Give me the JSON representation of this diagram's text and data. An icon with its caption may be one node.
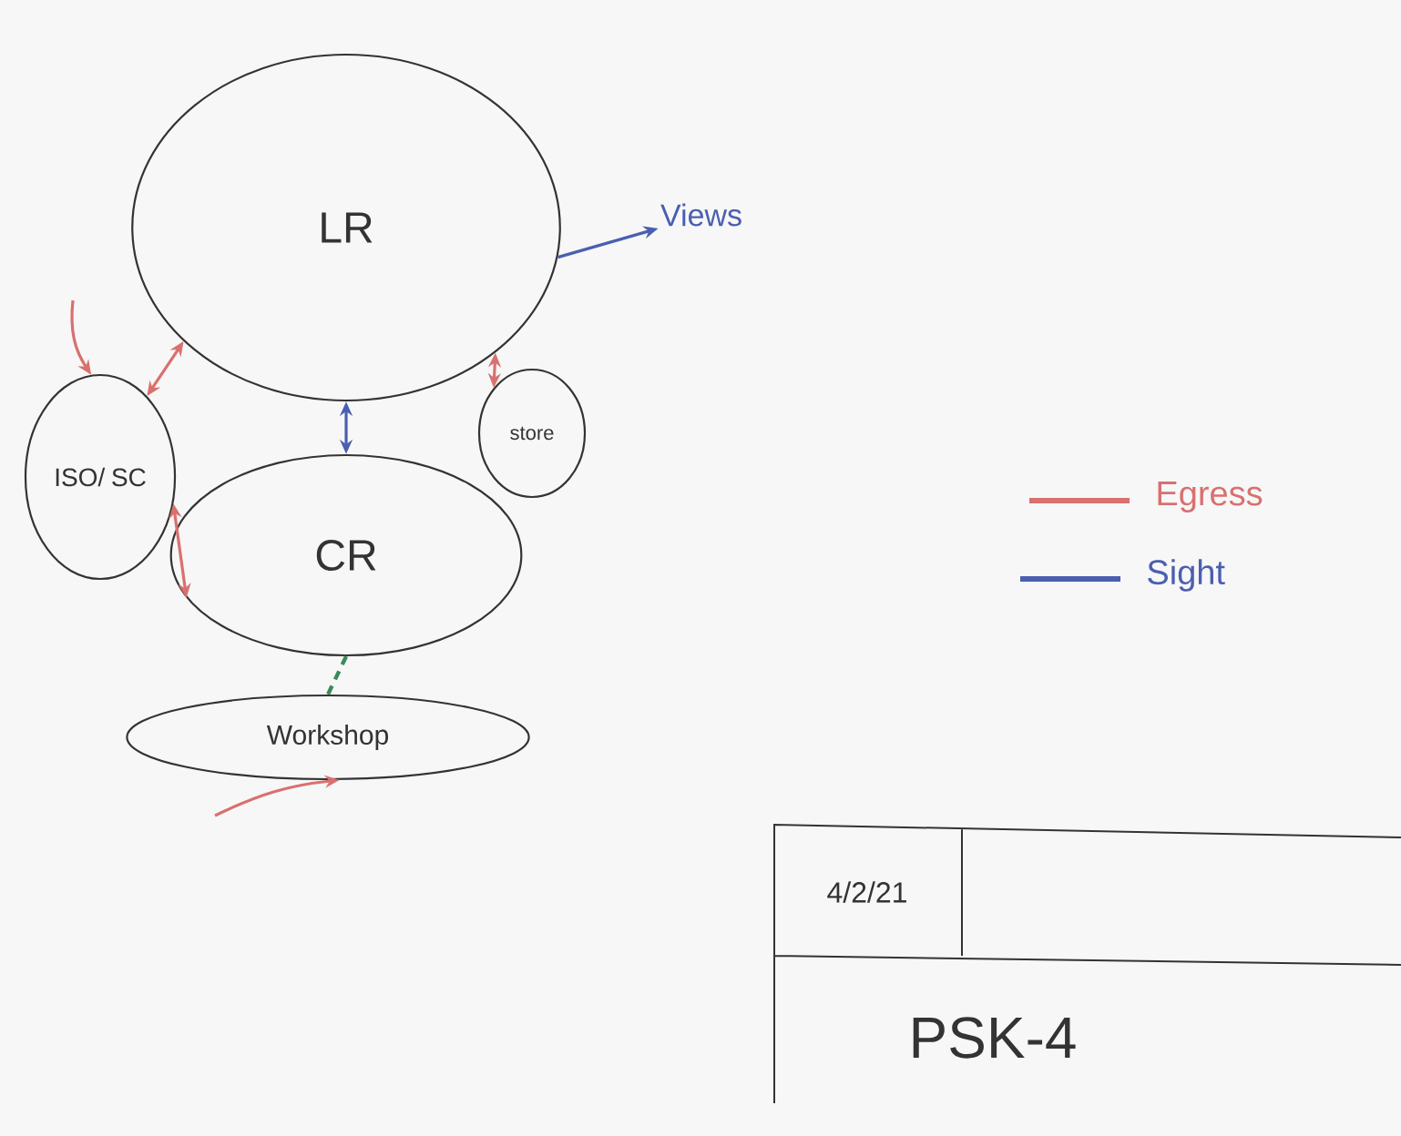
{
  "diagram": {
    "nodes": [
      {
        "text": [
          "LR"
        ]
      },
      {
        "text": [
          "ISO/ SC"
        ]
      },
      {
        "text": [
          "store"
        ]
      },
      {
        "text": [
          "CR"
        ]
      },
      {
        "text": [
          "Workshop"
        ]
      },
      {
        "text": [
          "Views"
        ]
      }
    ],
    "edges": [
      {
        "from": 0,
        "to": 5,
        "arrow": "to",
        "color": "#4a5fb0"
      },
      {
        "from": 0,
        "to": 3,
        "arrow": "both",
        "color": "#4a5fb0"
      },
      {
        "from": 1,
        "to": 0,
        "arrow": "both"
      },
      {
        "from": 1,
        "to": 3,
        "arrow": "both"
      },
      {
        "from": 2,
        "to": 0,
        "arrow": "both"
      },
      {
        "from": 3,
        "to": 4,
        "arrow": "none",
        "style": "dashed",
        "color": "#3a8a5a"
      },
      {
        "from": null,
        "to": 1,
        "arrow": "to"
      },
      {
        "from": null,
        "to": 4,
        "arrow": "to"
      }
    ],
    "labels": [
      "4/2/21",
      "PSK-4"
    ],
    "legend": [
      {
        "text": "Egress",
        "color": "#d9706f"
      },
      {
        "text": "Sight",
        "color": "#4a5fb0"
      }
    ]
  }
}
